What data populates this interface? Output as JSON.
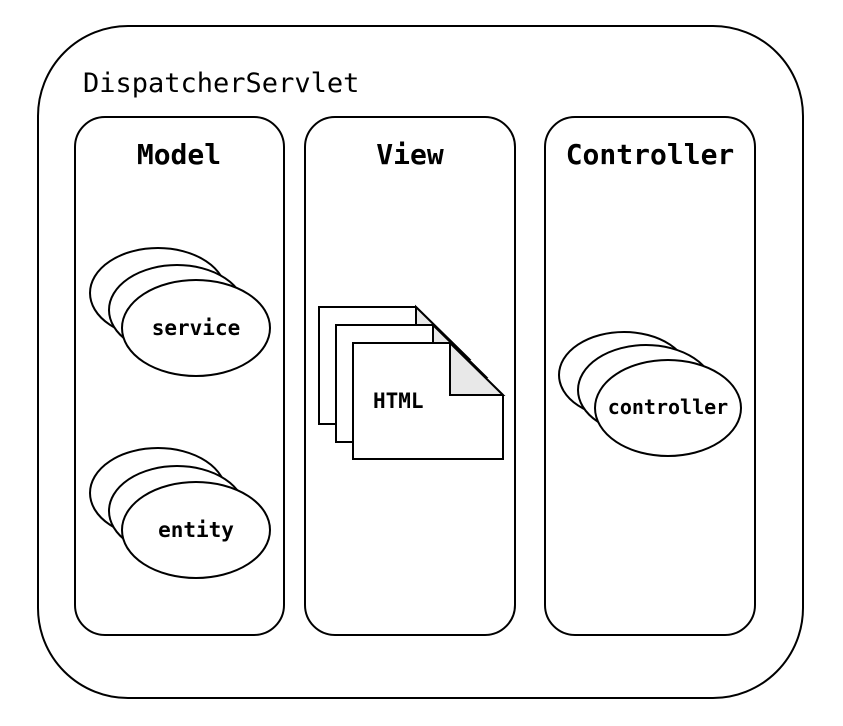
{
  "container": {
    "title": "DispatcherServlet"
  },
  "columns": {
    "model": {
      "title": "Model",
      "stacks": [
        {
          "label": "service"
        },
        {
          "label": "entity"
        }
      ]
    },
    "view": {
      "title": "View",
      "stacks": [
        {
          "label": "HTML"
        }
      ]
    },
    "controller": {
      "title": "Controller",
      "stacks": [
        {
          "label": "controller"
        }
      ]
    }
  }
}
